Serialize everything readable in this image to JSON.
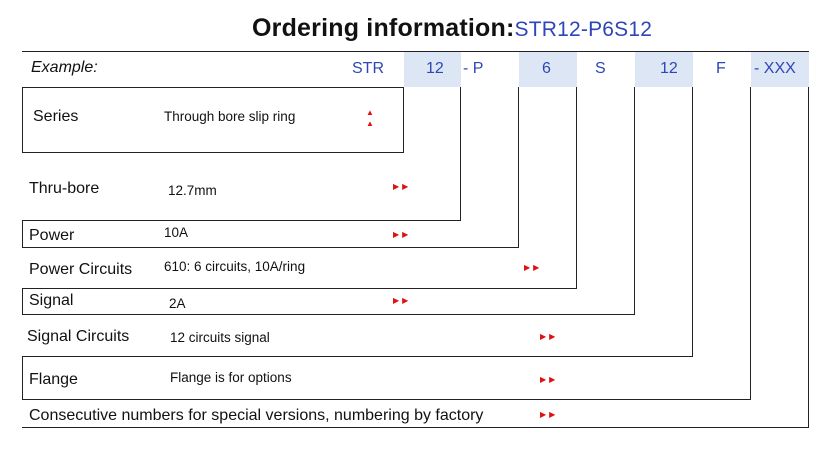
{
  "title": {
    "label": "Ordering information:",
    "code": "STR12-P6S12"
  },
  "header": {
    "example": "Example:",
    "segments": [
      "STR",
      "12",
      "- P",
      "6",
      "S",
      "12",
      "F",
      "- XXX"
    ]
  },
  "rows": [
    {
      "label": "Series",
      "value": "Through bore slip ring"
    },
    {
      "label": "Thru-bore",
      "value": "12.7mm"
    },
    {
      "label": "Power",
      "value": "10A"
    },
    {
      "label": "Power Circuits",
      "value": "610: 6 circuits, 10A/ring"
    },
    {
      "label": "Signal",
      "value": "2A"
    },
    {
      "label": "Signal Circuits",
      "value": "12 circuits signal"
    },
    {
      "label": "Flange",
      "value": "Flange is for options"
    },
    {
      "label": "Consecutive numbers for special versions, numbering by factory",
      "value": ""
    }
  ],
  "colors": {
    "code_blue": "#2e46b8",
    "arrow_red": "#e01010",
    "header_bg": "#dde6f4"
  },
  "arrow_icon": "red-double-arrow-icon"
}
